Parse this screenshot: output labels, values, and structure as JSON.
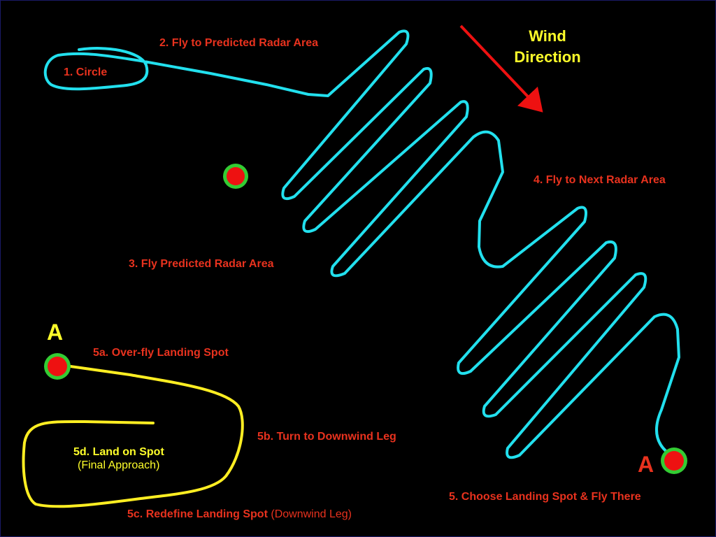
{
  "labels": {
    "circle": "1. Circle",
    "fly_to_predicted": "2. Fly to Predicted Radar Area",
    "fly_predicted": "3. Fly Predicted Radar Area",
    "fly_next": "4. Fly to Next Radar Area",
    "choose_spot": "5. Choose Landing Spot & Fly There",
    "overfly": "5a. Over-fly Landing Spot",
    "turn_downwind": "5b. Turn to Downwind Leg",
    "redefine_main": "5c. Redefine Landing Spot",
    "redefine_sub": "(Downwind Leg)",
    "land_main": "5d. Land on Spot",
    "land_sub": "(Final Approach)",
    "wind_line1": "Wind",
    "wind_line2": "Direction",
    "marker_a_left": "A",
    "marker_a_right": "A"
  },
  "colors": {
    "background": "#000000",
    "flight_path": "#22e0ee",
    "landing_path": "#ffee22",
    "marker_fill": "#ee1111",
    "marker_ring": "#33cc33",
    "wind_arrow": "#ee1111",
    "label_red": "#e8321e",
    "label_yellow": "#ffff2a"
  }
}
